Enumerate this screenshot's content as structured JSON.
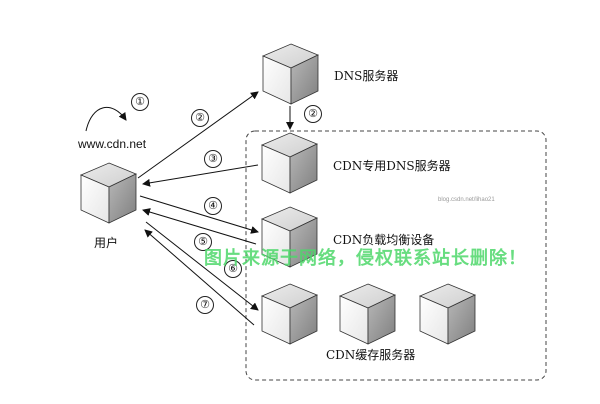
{
  "labels": {
    "dns_server": "DNS服务器",
    "cdn_dns_server": "CDN专用DNS服务器",
    "cdn_lb": "CDN负载均衡设备",
    "cdn_cache": "CDN缓存服务器",
    "user": "用户",
    "url": "www.cdn.net"
  },
  "steps": [
    "①",
    "②",
    "②",
    "③",
    "④",
    "⑤",
    "⑥",
    "⑦"
  ],
  "watermark": {
    "blog": "blog.csdn.net/lihao21",
    "notice": "图片来源于网络，侵权联系站长删除！"
  },
  "colors": {
    "cube_top": "#dcdcdc",
    "cube_left": "#ffffff",
    "cube_right": "#9d9d9d",
    "watermark_green": "#4ed86b"
  }
}
